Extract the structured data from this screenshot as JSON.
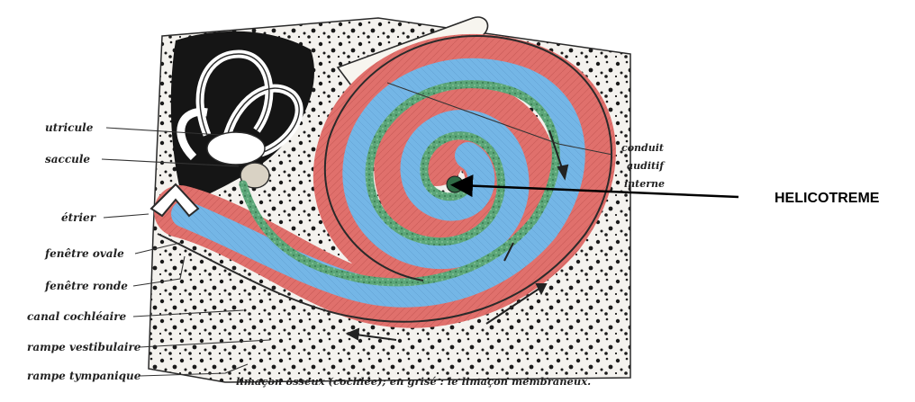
{
  "labels": {
    "utricule": "utricule",
    "saccule": "saccule",
    "etrier": "étrier",
    "fenetre_ovale": "fenêtre ovale",
    "fenetre_ronde": "fenêtre ronde",
    "canal_cochleaire": "canal cochléaire",
    "rampe_vestibulaire": "rampe vestibulaire",
    "rampe_tympanique": "rampe tympanique",
    "conduit_line1": "conduit",
    "conduit_line2": "auditif",
    "conduit_line3": "interne"
  },
  "caption": "limaçon osseux (cochlée); en grisé : le limaçon membraneux.",
  "annotation": "HELICOTREME",
  "colors": {
    "red_scala": "#e0706c",
    "blue_scala": "#74b6e6",
    "green_duct": "#5ba678",
    "bone_black": "#151515",
    "outline": "#2a2a2a"
  }
}
